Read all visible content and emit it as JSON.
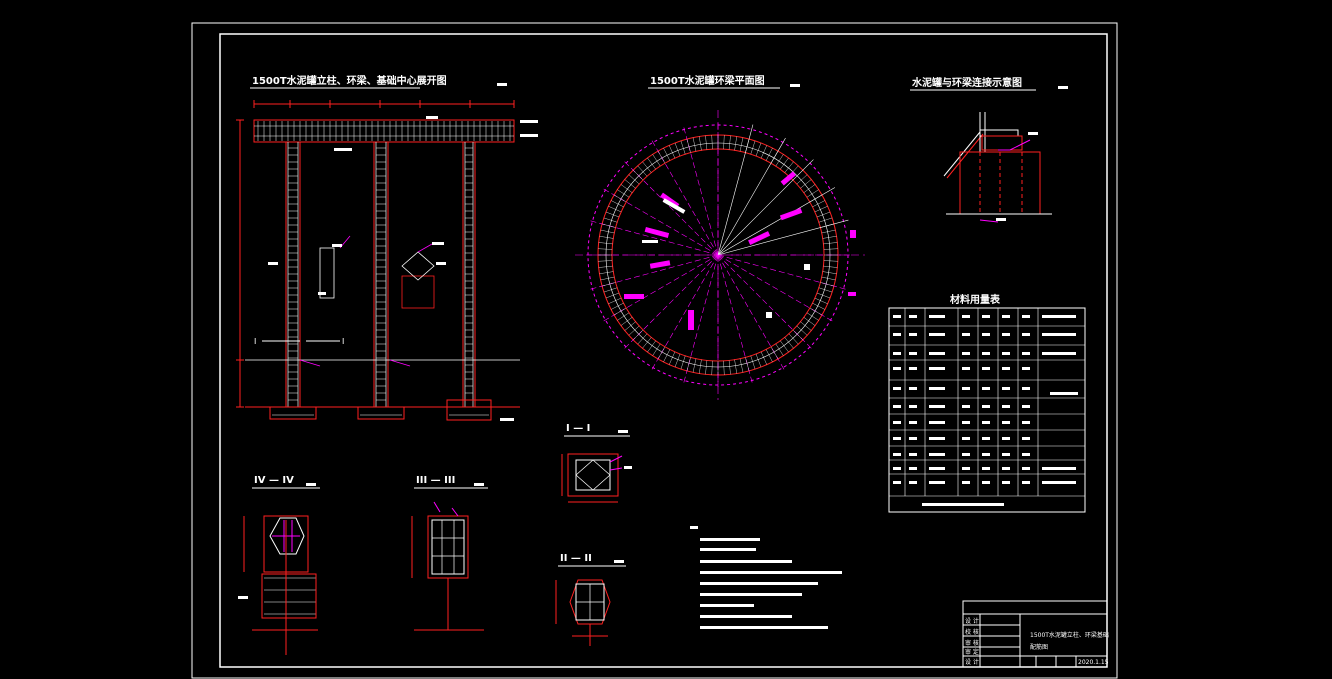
{
  "titles": {
    "elevation": "1500T水泥罐立柱、环梁、基础中心展开图",
    "ring_plan": "1500T水泥罐环梁平面图",
    "detail": "水泥罐与环梁连接示意图",
    "material_table": "材料用量表"
  },
  "sections": {
    "s1": "I — I",
    "s2": "II — II",
    "s3": "III — III",
    "s4": "IV — IV"
  },
  "elevation_marks": {
    "left": "I",
    "right": "I"
  },
  "title_block": {
    "drawing_name_line1": "1500T水泥罐立柱、环梁基础",
    "drawing_name_line2": "配筋图",
    "row_labels": [
      "设 计",
      "校 核",
      "审 核",
      "审 定",
      "设 计"
    ],
    "date": "2020.1.15"
  },
  "colors": {
    "frame": "#ffffff",
    "magenta": "#ff00ff",
    "red": "#ff2020",
    "text": "#ffffff"
  }
}
